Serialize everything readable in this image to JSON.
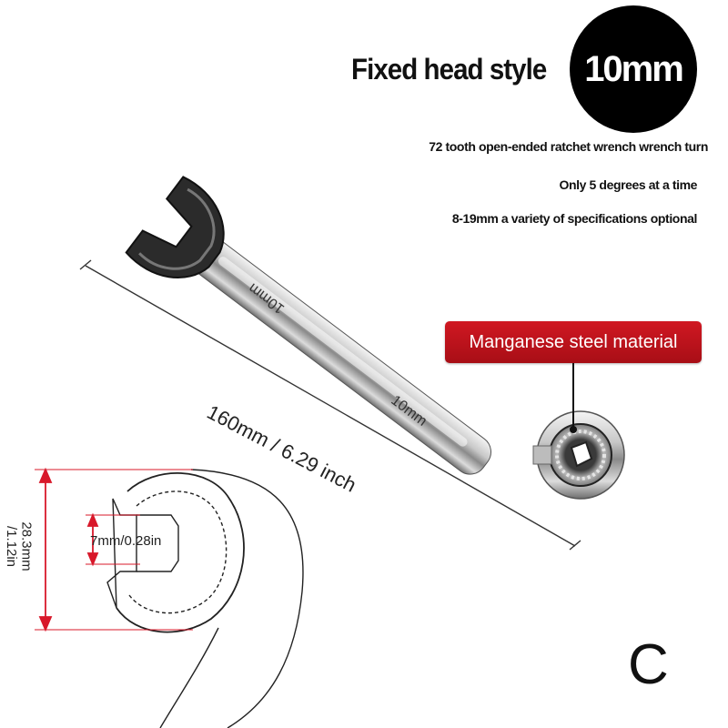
{
  "header": {
    "title": "Fixed head style",
    "size_badge": "10mm"
  },
  "features": [
    "72 tooth open-ended ratchet wrench wrench turn",
    "Only 5 degrees at a time",
    "8-19mm a variety of specifications optional"
  ],
  "material_label": "Manganese steel material",
  "dimensions": {
    "length": "160mm / 6.29 inch",
    "head_height": "28.3mm",
    "head_height_in": "/1.12in",
    "opening": "7mm/0.28in"
  },
  "wrench_engraving": "10mm",
  "variant_letter": "C",
  "colors": {
    "badge": "#000000",
    "material_label_bg": "#c0141c",
    "dimension_arrows": "#d8182a"
  }
}
